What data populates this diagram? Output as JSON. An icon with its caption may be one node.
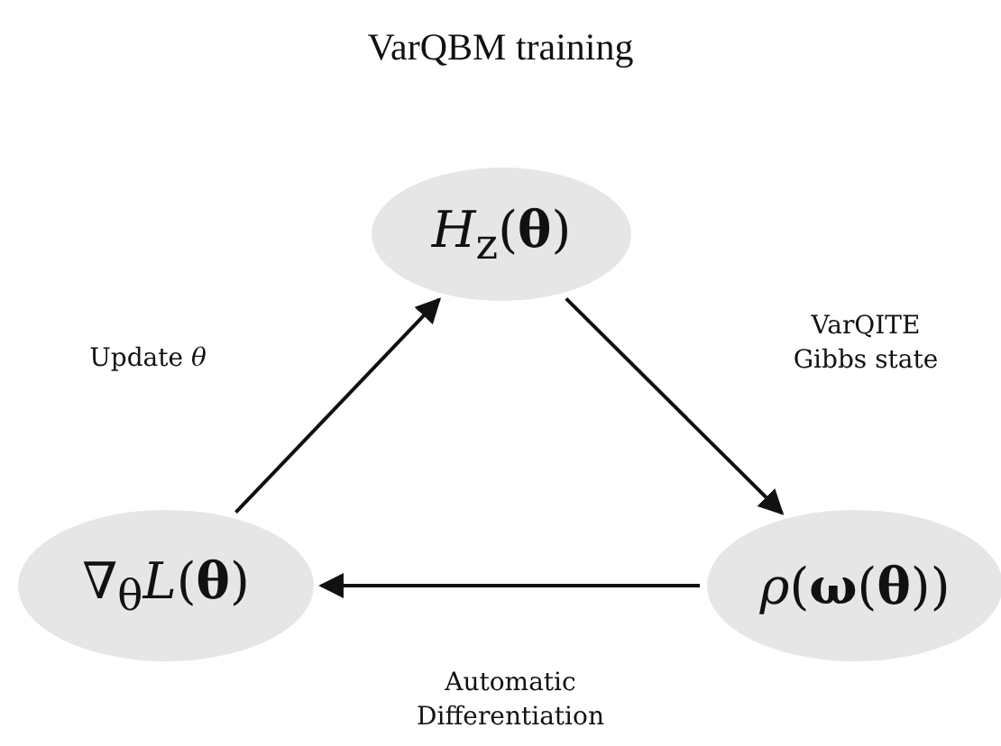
{
  "diagram": {
    "title": "VarQBM training",
    "nodes": [
      {
        "text": [
          "*H*$_{z}$(**θ**)"
        ]
      },
      {
        "text": [
          "*ρ*(**ω**(**θ**))"
        ]
      },
      {
        "text": [
          "∇$_{θ}$*L*(**θ**)"
        ]
      }
    ],
    "edges": [
      {
        "from": 0,
        "to": 1,
        "arrow": "to",
        "label": "VarQITE Gibbs state"
      },
      {
        "from": 1,
        "to": 2,
        "arrow": "to",
        "label": "Automatic Differentiation"
      },
      {
        "from": 2,
        "to": 0,
        "arrow": "to",
        "label": "Update *θ*"
      }
    ]
  }
}
